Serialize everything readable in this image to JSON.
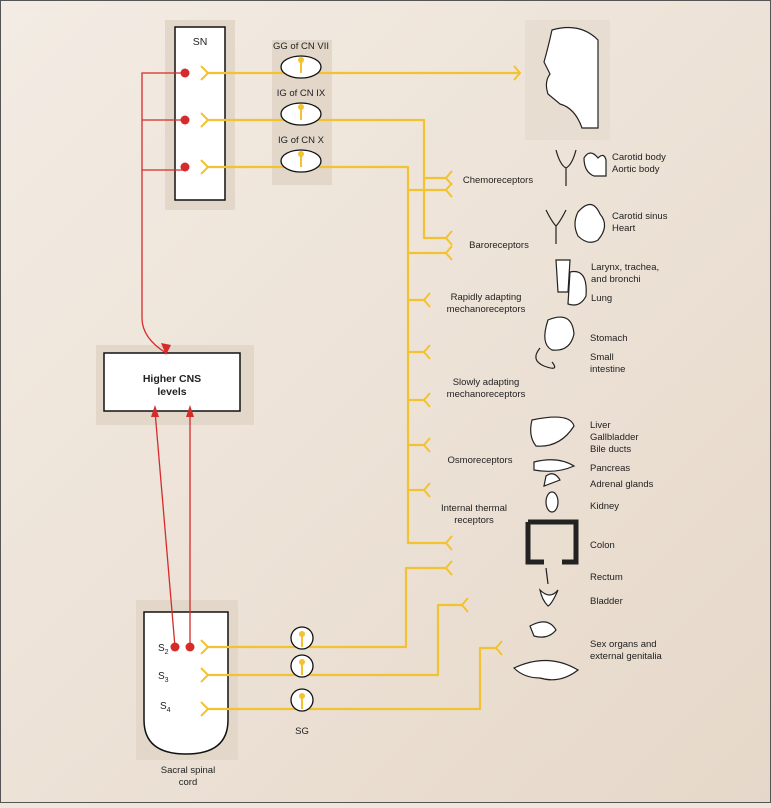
{
  "nodes": {
    "sn": "SN",
    "gg7": "GG of CN VII",
    "ig9": "IG of CN IX",
    "ig10": "IG of CN X",
    "higher_cns": [
      "Higher CNS",
      "levels"
    ],
    "s2": "S2",
    "s3": "S3",
    "s4": "S4",
    "sg": "SG",
    "sacral": [
      "Sacral spinal",
      "cord"
    ]
  },
  "receptors": {
    "chemo": "Chemoreceptors",
    "baro": "Baroreceptors",
    "rapid": [
      "Rapidly adapting",
      "mechanoreceptors"
    ],
    "slow": [
      "Slowly adapting",
      "mechanoreceptors"
    ],
    "osmo": "Osmoreceptors",
    "thermal": [
      "Internal thermal",
      "receptors"
    ]
  },
  "organs": {
    "carotid_body": "Carotid body",
    "aortic_body": "Aortic body",
    "carotid_sinus": "Carotid sinus",
    "heart": "Heart",
    "larynx": [
      "Larynx, trachea,",
      "and bronchi"
    ],
    "lung": "Lung",
    "stomach": "Stomach",
    "small_int": [
      "Small",
      "intestine"
    ],
    "liver": "Liver",
    "gallbladder": "Gallbladder",
    "bile": "Bile ducts",
    "pancreas": "Pancreas",
    "adrenal": "Adrenal glands",
    "kidney": "Kidney",
    "colon": "Colon",
    "rectum": "Rectum",
    "bladder": "Bladder",
    "sex": [
      "Sex organs and",
      "external genitalia"
    ]
  },
  "colors": {
    "nerve": "#f2c230",
    "cns": "#d62b2b",
    "panel": "#e0d3c4"
  }
}
